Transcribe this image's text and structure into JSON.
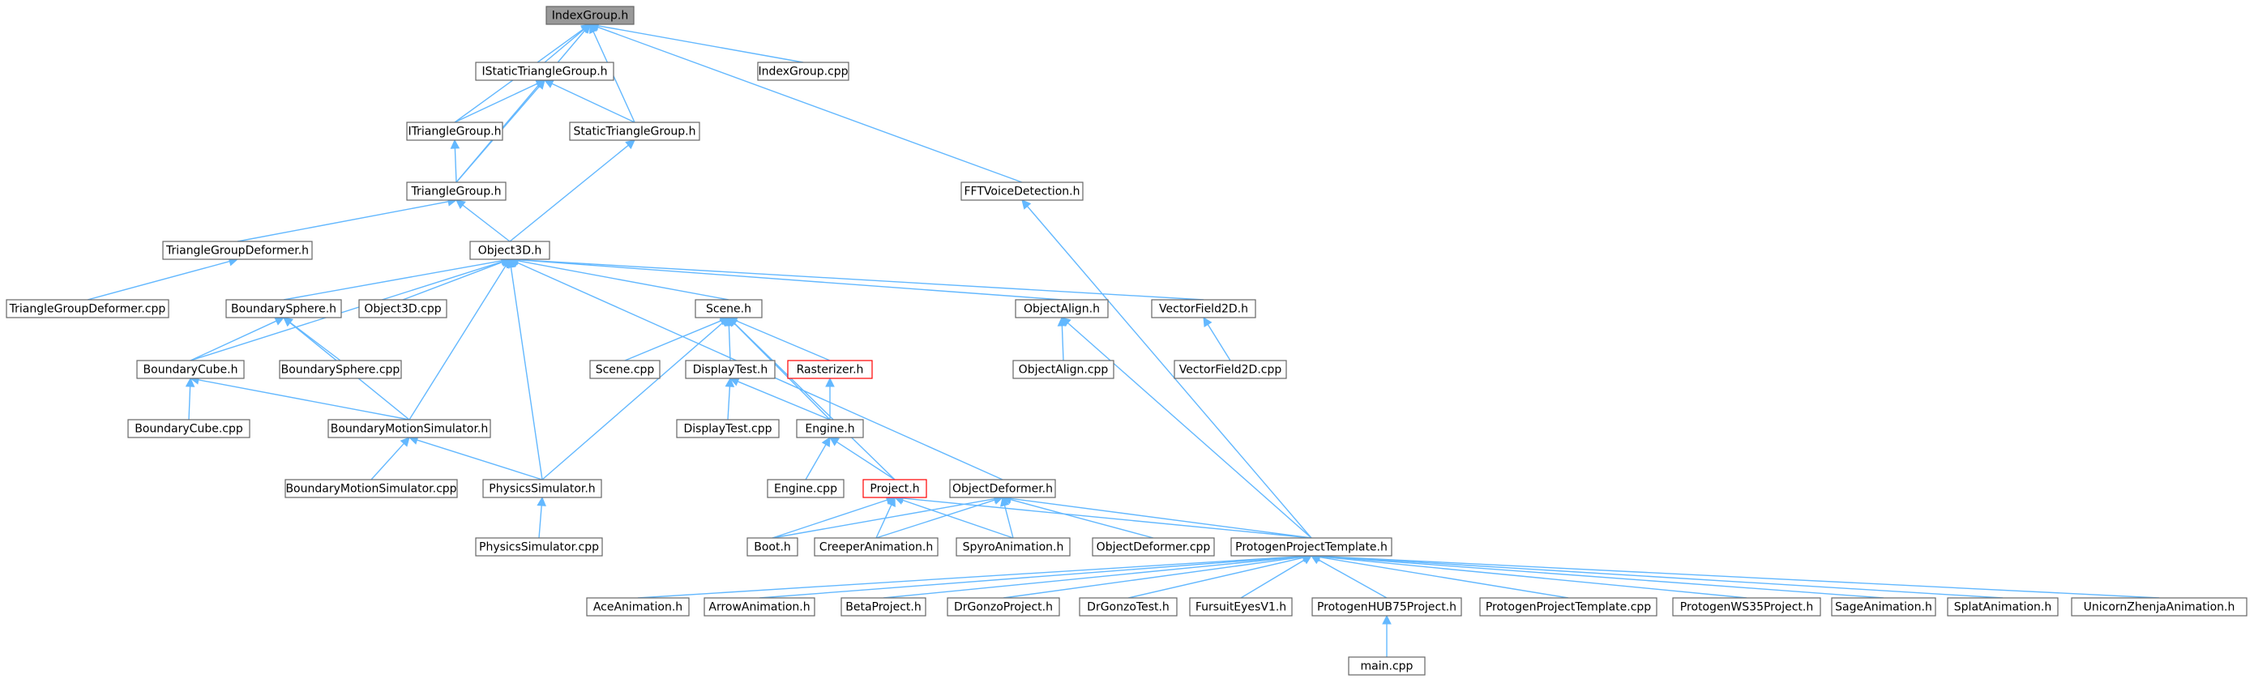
{
  "diagram": {
    "nodes": [
      {
        "id": "n_indexgroup_h",
        "label": "IndexGroup.h"
      },
      {
        "id": "n_istatic",
        "label": "IStaticTriangleGroup.h"
      },
      {
        "id": "n_indexgroup_cpp",
        "label": "IndexGroup.cpp"
      },
      {
        "id": "n_itriangle",
        "label": "ITriangleGroup.h"
      },
      {
        "id": "n_statictri",
        "label": "StaticTriangleGroup.h"
      },
      {
        "id": "n_trianglegroup",
        "label": "TriangleGroup.h"
      },
      {
        "id": "n_fft",
        "label": "FFTVoiceDetection.h"
      },
      {
        "id": "n_tgdeformer_h",
        "label": "TriangleGroupDeformer.h"
      },
      {
        "id": "n_object3d_h",
        "label": "Object3D.h"
      },
      {
        "id": "n_tgdeformer_cpp",
        "label": "TriangleGroupDeformer.cpp"
      },
      {
        "id": "n_bsphere_h",
        "label": "BoundarySphere.h"
      },
      {
        "id": "n_object3d_cpp",
        "label": "Object3D.cpp"
      },
      {
        "id": "n_scene_h",
        "label": "Scene.h"
      },
      {
        "id": "n_objalign_h",
        "label": "ObjectAlign.h"
      },
      {
        "id": "n_vf2d_h",
        "label": "VectorField2D.h"
      },
      {
        "id": "n_bcube_h",
        "label": "BoundaryCube.h"
      },
      {
        "id": "n_bsphere_cpp",
        "label": "BoundarySphere.cpp"
      },
      {
        "id": "n_scene_cpp",
        "label": "Scene.cpp"
      },
      {
        "id": "n_disptest_h",
        "label": "DisplayTest.h"
      },
      {
        "id": "n_rasterizer_h",
        "label": "Rasterizer.h"
      },
      {
        "id": "n_objalign_cpp",
        "label": "ObjectAlign.cpp"
      },
      {
        "id": "n_vf2d_cpp",
        "label": "VectorField2D.cpp"
      },
      {
        "id": "n_bcube_cpp",
        "label": "BoundaryCube.cpp"
      },
      {
        "id": "n_bms_h",
        "label": "BoundaryMotionSimulator.h"
      },
      {
        "id": "n_disptest_cpp",
        "label": "DisplayTest.cpp"
      },
      {
        "id": "n_engine_h",
        "label": "Engine.h"
      },
      {
        "id": "n_bms_cpp",
        "label": "BoundaryMotionSimulator.cpp"
      },
      {
        "id": "n_physsim_h",
        "label": "PhysicsSimulator.h"
      },
      {
        "id": "n_engine_cpp",
        "label": "Engine.cpp"
      },
      {
        "id": "n_project_h",
        "label": "Project.h"
      },
      {
        "id": "n_objdeformer_h",
        "label": "ObjectDeformer.h"
      },
      {
        "id": "n_physsim_cpp",
        "label": "PhysicsSimulator.cpp"
      },
      {
        "id": "n_boot_h",
        "label": "Boot.h"
      },
      {
        "id": "n_creeper_h",
        "label": "CreeperAnimation.h"
      },
      {
        "id": "n_spyro_h",
        "label": "SpyroAnimation.h"
      },
      {
        "id": "n_objdeformer_cpp",
        "label": "ObjectDeformer.cpp"
      },
      {
        "id": "n_ppt_h",
        "label": "ProtogenProjectTemplate.h"
      },
      {
        "id": "n_ace_h",
        "label": "AceAnimation.h"
      },
      {
        "id": "n_arrow_h",
        "label": "ArrowAnimation.h"
      },
      {
        "id": "n_beta_h",
        "label": "BetaProject.h"
      },
      {
        "id": "n_drgonzoproj_h",
        "label": "DrGonzoProject.h"
      },
      {
        "id": "n_drgonzotest_h",
        "label": "DrGonzoTest.h"
      },
      {
        "id": "n_fursuit_h",
        "label": "FursuitEyesV1.h"
      },
      {
        "id": "n_hub75_h",
        "label": "ProtogenHUB75Project.h"
      },
      {
        "id": "n_ppt_cpp",
        "label": "ProtogenProjectTemplate.cpp"
      },
      {
        "id": "n_ws35_h",
        "label": "ProtogenWS35Project.h"
      },
      {
        "id": "n_sage_h",
        "label": "SageAnimation.h"
      },
      {
        "id": "n_splat_h",
        "label": "SplatAnimation.h"
      },
      {
        "id": "n_unicorn_h",
        "label": "UnicornZhenjaAnimation.h"
      },
      {
        "id": "n_main_cpp",
        "label": "main.cpp"
      }
    ],
    "edges": [
      [
        "n_istatic",
        "n_indexgroup_h"
      ],
      [
        "n_indexgroup_cpp",
        "n_indexgroup_h"
      ],
      [
        "n_itriangle",
        "n_indexgroup_h"
      ],
      [
        "n_statictri",
        "n_indexgroup_h"
      ],
      [
        "n_trianglegroup",
        "n_indexgroup_h"
      ],
      [
        "n_fft",
        "n_indexgroup_h"
      ],
      [
        "n_itriangle",
        "n_istatic"
      ],
      [
        "n_statictri",
        "n_istatic"
      ],
      [
        "n_trianglegroup",
        "n_istatic"
      ],
      [
        "n_trianglegroup",
        "n_itriangle"
      ],
      [
        "n_object3d_h",
        "n_statictri"
      ],
      [
        "n_tgdeformer_h",
        "n_trianglegroup"
      ],
      [
        "n_object3d_h",
        "n_trianglegroup"
      ],
      [
        "n_ppt_h",
        "n_fft"
      ],
      [
        "n_tgdeformer_cpp",
        "n_tgdeformer_h"
      ],
      [
        "n_bsphere_h",
        "n_object3d_h"
      ],
      [
        "n_object3d_cpp",
        "n_object3d_h"
      ],
      [
        "n_scene_h",
        "n_object3d_h"
      ],
      [
        "n_objalign_h",
        "n_object3d_h"
      ],
      [
        "n_vf2d_h",
        "n_object3d_h"
      ],
      [
        "n_bcube_h",
        "n_object3d_h"
      ],
      [
        "n_bms_h",
        "n_object3d_h"
      ],
      [
        "n_physsim_h",
        "n_object3d_h"
      ],
      [
        "n_objdeformer_h",
        "n_object3d_h"
      ],
      [
        "n_bcube_h",
        "n_bsphere_h"
      ],
      [
        "n_bsphere_cpp",
        "n_bsphere_h"
      ],
      [
        "n_bms_h",
        "n_bsphere_h"
      ],
      [
        "n_scene_cpp",
        "n_scene_h"
      ],
      [
        "n_disptest_h",
        "n_scene_h"
      ],
      [
        "n_rasterizer_h",
        "n_scene_h"
      ],
      [
        "n_engine_h",
        "n_scene_h"
      ],
      [
        "n_project_h",
        "n_scene_h"
      ],
      [
        "n_physsim_h",
        "n_scene_h"
      ],
      [
        "n_objalign_cpp",
        "n_objalign_h"
      ],
      [
        "n_ppt_h",
        "n_objalign_h"
      ],
      [
        "n_vf2d_cpp",
        "n_vf2d_h"
      ],
      [
        "n_bcube_cpp",
        "n_bcube_h"
      ],
      [
        "n_bms_h",
        "n_bcube_h"
      ],
      [
        "n_disptest_cpp",
        "n_disptest_h"
      ],
      [
        "n_engine_h",
        "n_disptest_h"
      ],
      [
        "n_engine_h",
        "n_rasterizer_h"
      ],
      [
        "n_bms_cpp",
        "n_bms_h"
      ],
      [
        "n_physsim_h",
        "n_bms_h"
      ],
      [
        "n_engine_cpp",
        "n_engine_h"
      ],
      [
        "n_project_h",
        "n_engine_h"
      ],
      [
        "n_physsim_cpp",
        "n_physsim_h"
      ],
      [
        "n_boot_h",
        "n_project_h"
      ],
      [
        "n_creeper_h",
        "n_project_h"
      ],
      [
        "n_spyro_h",
        "n_project_h"
      ],
      [
        "n_ppt_h",
        "n_project_h"
      ],
      [
        "n_boot_h",
        "n_objdeformer_h"
      ],
      [
        "n_creeper_h",
        "n_objdeformer_h"
      ],
      [
        "n_spyro_h",
        "n_objdeformer_h"
      ],
      [
        "n_objdeformer_cpp",
        "n_objdeformer_h"
      ],
      [
        "n_ppt_h",
        "n_objdeformer_h"
      ],
      [
        "n_ace_h",
        "n_ppt_h"
      ],
      [
        "n_arrow_h",
        "n_ppt_h"
      ],
      [
        "n_beta_h",
        "n_ppt_h"
      ],
      [
        "n_drgonzoproj_h",
        "n_ppt_h"
      ],
      [
        "n_drgonzotest_h",
        "n_ppt_h"
      ],
      [
        "n_fursuit_h",
        "n_ppt_h"
      ],
      [
        "n_hub75_h",
        "n_ppt_h"
      ],
      [
        "n_ppt_cpp",
        "n_ppt_h"
      ],
      [
        "n_ws35_h",
        "n_ppt_h"
      ],
      [
        "n_sage_h",
        "n_ppt_h"
      ],
      [
        "n_splat_h",
        "n_ppt_h"
      ],
      [
        "n_unicorn_h",
        "n_ppt_h"
      ],
      [
        "n_main_cpp",
        "n_hub75_h"
      ]
    ]
  }
}
